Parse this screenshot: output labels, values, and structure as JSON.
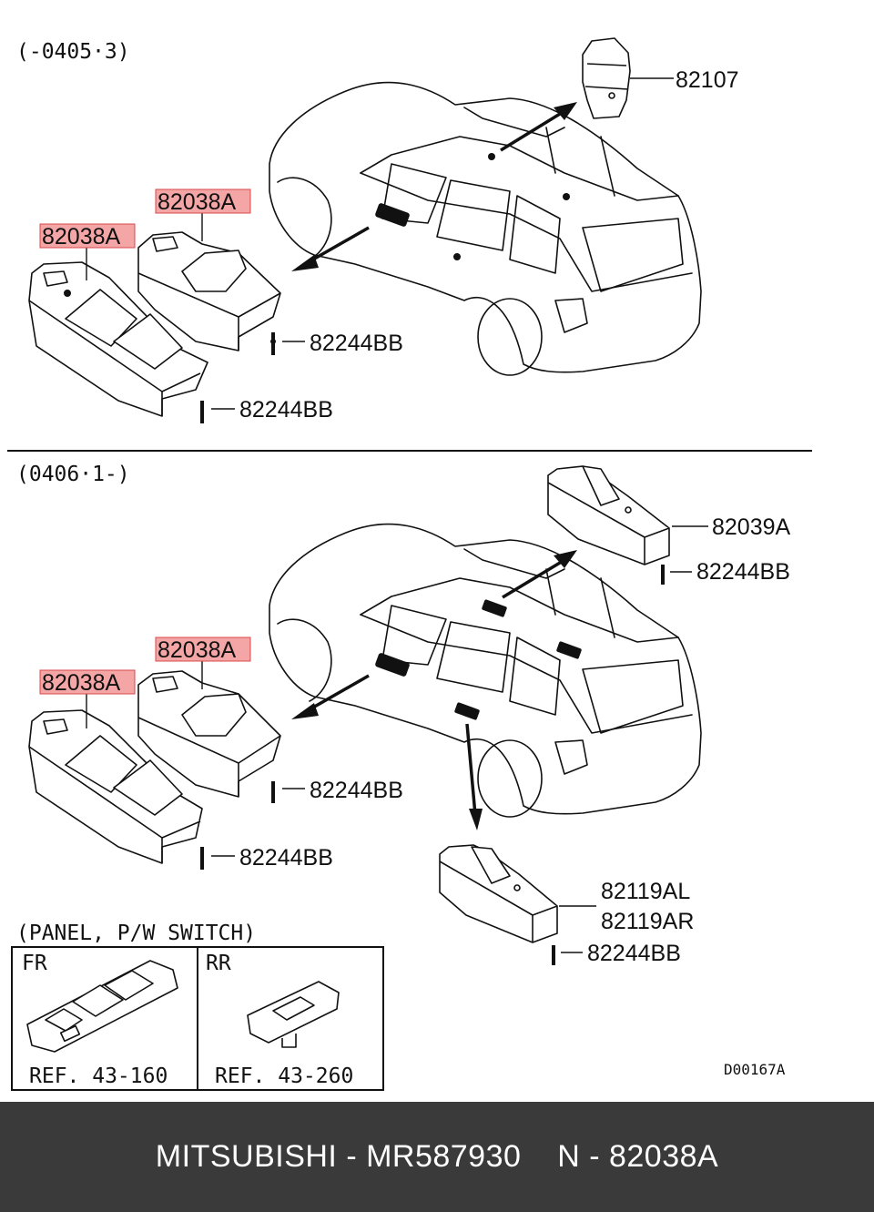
{
  "top_section": {
    "range": "(-0405·3)",
    "labels": {
      "rear_vent": "82107",
      "switch_a": "82038A",
      "switch_b": "82038A",
      "screw_1": "82244BB",
      "screw_2": "82244BB"
    }
  },
  "bottom_section": {
    "range": "(0406·1-)",
    "labels": {
      "rear_switch": "82039A",
      "screw_rear": "82244BB",
      "switch_a": "82038A",
      "switch_b": "82038A",
      "screw_1": "82244BB",
      "screw_2": "82244BB",
      "door_switch_l": "82119AL",
      "door_switch_r": "82119AR",
      "screw_door": "82244BB"
    }
  },
  "panel": {
    "title": "(PANEL, P/W SWITCH)",
    "fr_label": "FR",
    "rr_label": "RR",
    "fr_ref": "REF. 43-160",
    "rr_ref": "REF. 43-260"
  },
  "diagram_code": "D00167A",
  "footer": {
    "text": "MITSUBISHI - MR587930    N - 82038A"
  },
  "colors": {
    "highlight": "#f4a6a6",
    "highlight_border": "#d94848",
    "footer_bg": "#3a3a3a"
  }
}
